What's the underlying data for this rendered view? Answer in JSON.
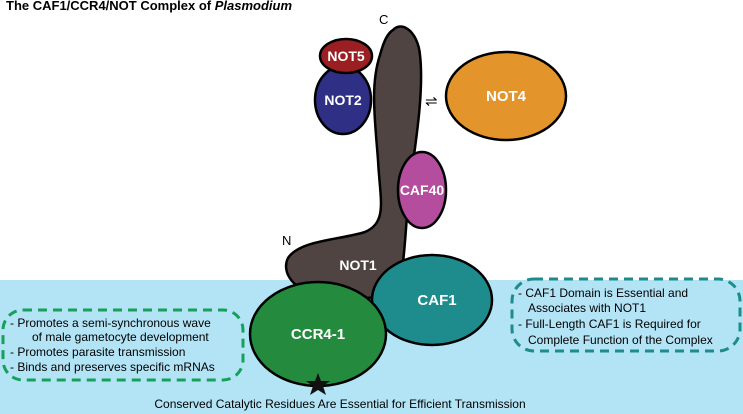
{
  "title": {
    "main": "The CAF1/CCR4/NOT Complex of",
    "italic": "Plasmodium"
  },
  "labels": {
    "c_terminus": "C",
    "n_terminus": "N",
    "not1": "NOT1",
    "not2": "NOT2",
    "not5": "NOT5",
    "not4": "NOT4",
    "caf40": "CAF40",
    "caf1": "CAF1",
    "ccr4": "CCR4-1",
    "interaction_symbol": "⇌"
  },
  "left_notes": [
    "- Promotes a semi-synchronous wave",
    "of male gametocyte development",
    "- Promotes parasite transmission",
    "- Binds and preserves specific mRNAs"
  ],
  "right_notes": [
    "- CAF1 Domain is Essential and",
    "Associates with NOT1",
    "- Full-Length CAF1 is Required for",
    "Complete Function of the Complex"
  ],
  "bottom_caption": "Conserved Catalytic Residues Are Essential for Efficient Transmission",
  "colors": {
    "background_band": "#b3e4f6",
    "not1": "#4f4442",
    "not2": "#2f2f86",
    "not5": "#9a1e22",
    "not4": "#e3952b",
    "caf40": "#b44d9e",
    "caf1": "#1e8c8c",
    "ccr4": "#238a3e",
    "dashed_border": "#17a05a"
  }
}
